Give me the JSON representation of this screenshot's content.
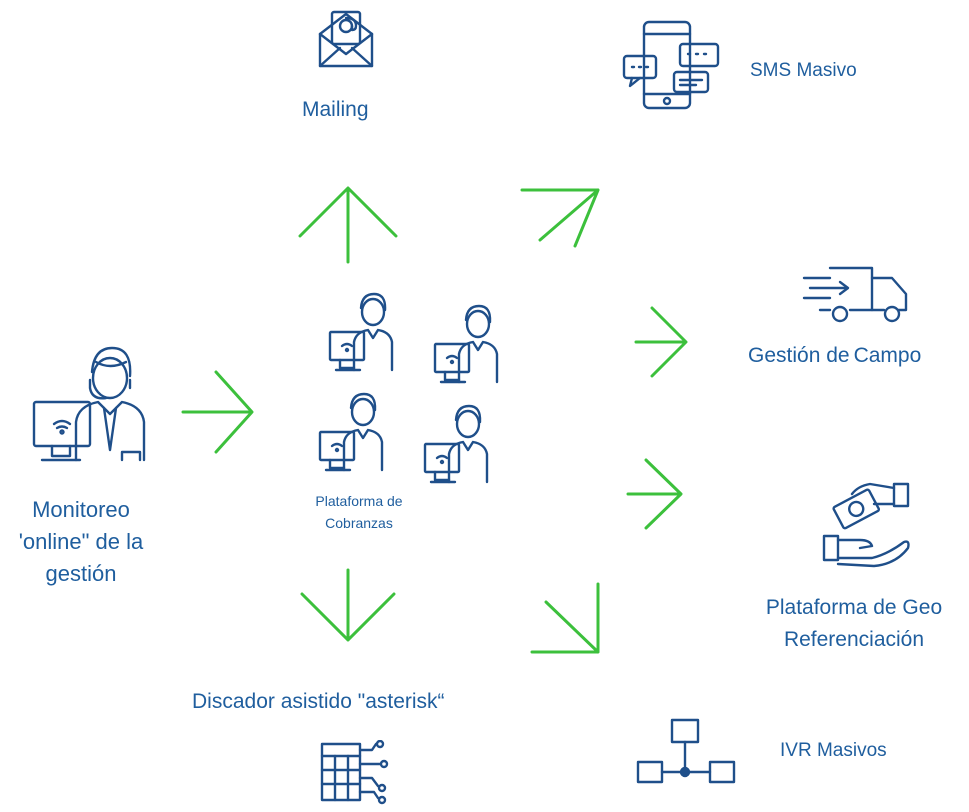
{
  "diagram": {
    "colors": {
      "label": "#1f5e9e",
      "icon_stroke": "#1f4f8a",
      "arrow": "#3cc03c",
      "background": "#ffffff"
    },
    "nodes": {
      "monitoreo": {
        "line1": "Monitoreo",
        "line2": "'online\" de la",
        "line3": "gestión",
        "icon": "operator-icon"
      },
      "plataforma_cobranzas": {
        "line1": "Plataforma de",
        "line2": "Cobranzas",
        "icon": "operator-team-icon"
      },
      "mailing": {
        "label": "Mailing",
        "icon": "envelope-at-icon"
      },
      "sms_masivo": {
        "label": "SMS Masivo",
        "icon": "phone-chat-icon"
      },
      "gestion_campo": {
        "label_a": "Gestión de",
        "label_b": "Campo",
        "icon": "delivery-truck-icon"
      },
      "geo_referenciacion": {
        "line1": "Plataforma de Geo",
        "line2": "Referenciación",
        "icon": "money-handshake-icon"
      },
      "discador": {
        "label": "Discador asistido \"asterisk“",
        "icon": "dialer-keypad-icon"
      },
      "ivr_masivos": {
        "label": "IVR Masivos",
        "icon": "flow-nodes-icon"
      }
    }
  }
}
